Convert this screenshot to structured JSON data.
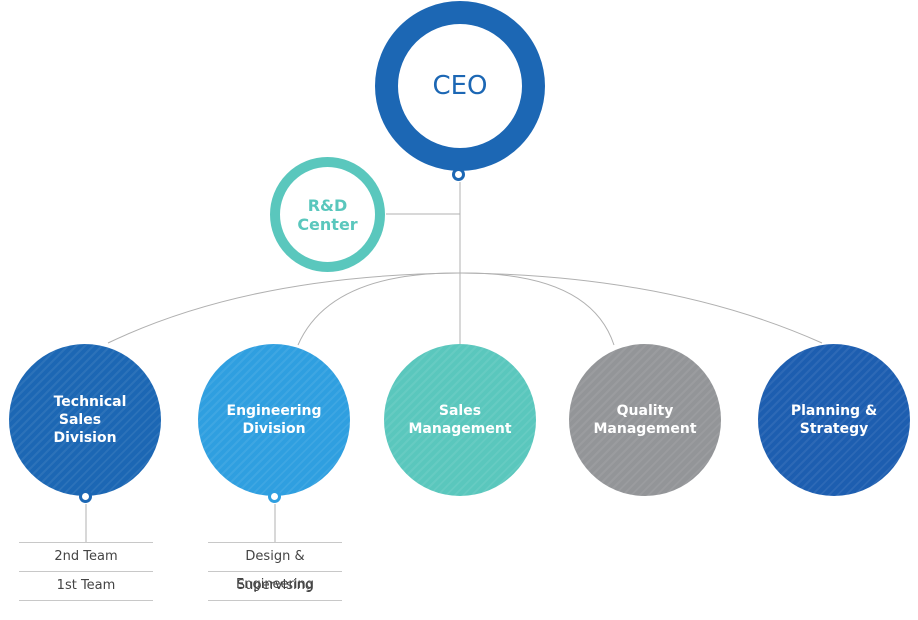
{
  "ceo": {
    "label": "CEO",
    "color": "#1c67b4"
  },
  "rnd": {
    "label_line1": "R&D",
    "label_line2": "Center",
    "color": "#5ac7bd"
  },
  "divisions": [
    {
      "line1": "Technical Sales",
      "line2": "Division",
      "color": "#1c67b4"
    },
    {
      "line1": "Engineering",
      "line2": "Division",
      "color": "#2f9fe0"
    },
    {
      "line1": "Sales",
      "line2": "Management",
      "color": "#5ac7bd"
    },
    {
      "line1": "Quality",
      "line2": "Management",
      "color": "#939598"
    },
    {
      "line1": "Planning &",
      "line2": "Strategy",
      "color": "#1d5eb0"
    }
  ],
  "technical_sales_teams": [
    "2nd Team",
    "1st Team"
  ],
  "engineering_teams": [
    "Design & Engineering",
    "Supervising"
  ],
  "connector_color": "#b0b0b0"
}
